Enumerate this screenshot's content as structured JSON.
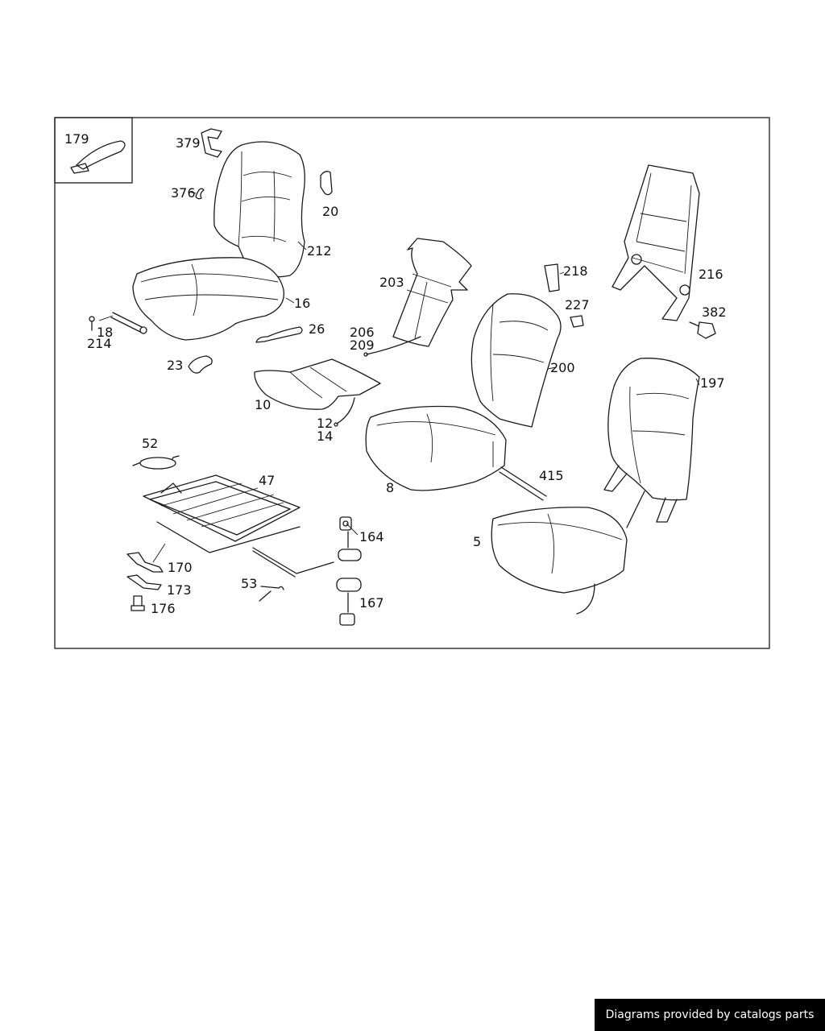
{
  "labels": {
    "p179": "179",
    "p379": "379",
    "p376": "376",
    "p20": "20",
    "p212": "212",
    "p16": "16",
    "p18": "18",
    "p214": "214",
    "p26": "26",
    "p23": "23",
    "p203": "203",
    "p206": "206",
    "p209": "209",
    "p10": "10",
    "p12": "12",
    "p14": "14",
    "p218": "218",
    "p227": "227",
    "p200": "200",
    "p216": "216",
    "p382": "382",
    "p197": "197",
    "p52": "52",
    "p47": "47",
    "p8": "8",
    "p415": "415",
    "p5": "5",
    "p164": "164",
    "p170": "170",
    "p173": "173",
    "p176": "176",
    "p53": "53",
    "p167": "167"
  },
  "footer": {
    "text": "Diagrams provided by catalogs parts"
  },
  "colors": {
    "line": "#1a1a1a",
    "background": "#ffffff",
    "footer_bg": "#000000",
    "footer_text": "#ffffff"
  }
}
